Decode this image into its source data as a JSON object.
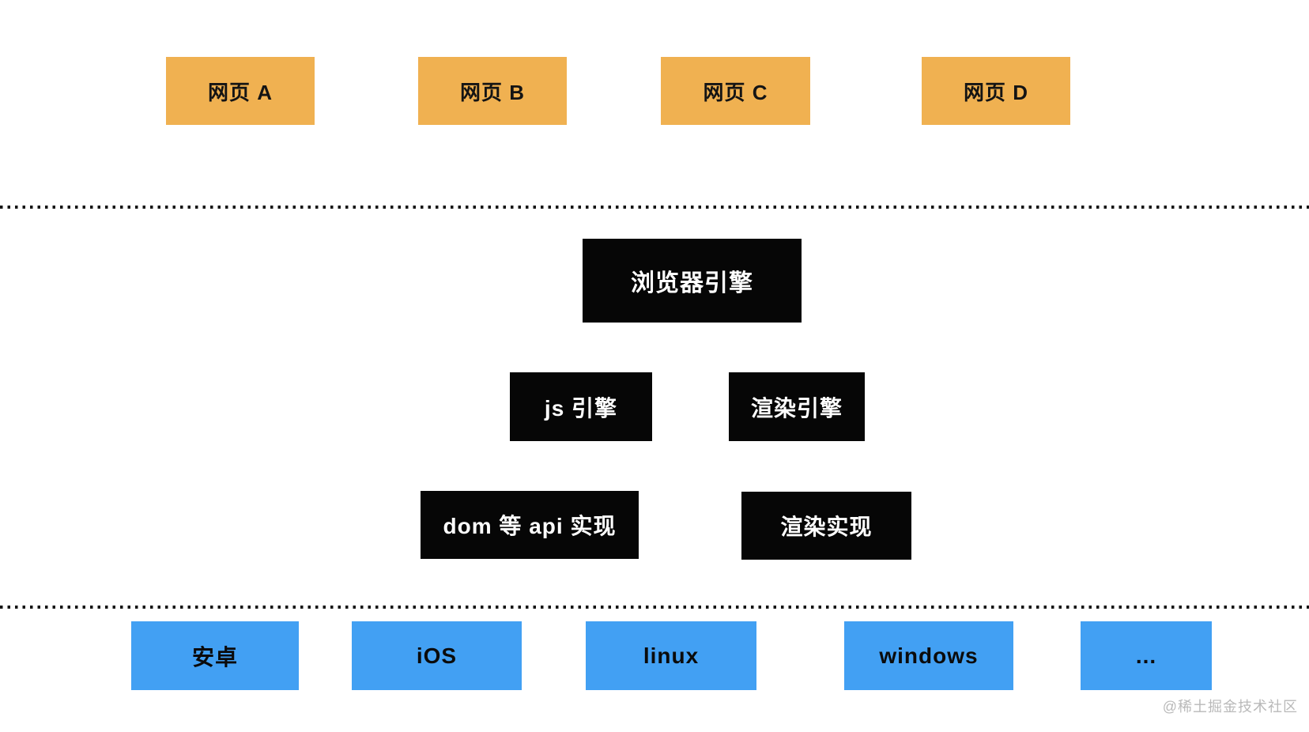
{
  "diagram": {
    "title_semantic": "browser-architecture-diagram",
    "web_pages": [
      {
        "label": "网页 A"
      },
      {
        "label": "网页 B"
      },
      {
        "label": "网页 C"
      },
      {
        "label": "网页 D"
      }
    ],
    "browser_engine": {
      "label": "浏览器引擎"
    },
    "engines": [
      {
        "label": "js 引擎"
      },
      {
        "label": "渲染引擎"
      }
    ],
    "implementations": [
      {
        "label": "dom 等 api 实现"
      },
      {
        "label": "渲染实现"
      }
    ],
    "platforms": [
      {
        "label": "安卓"
      },
      {
        "label": "iOS"
      },
      {
        "label": "linux"
      },
      {
        "label": "windows"
      },
      {
        "label": "..."
      }
    ],
    "watermark": "@稀土掘金技术社区",
    "colors": {
      "web_page_fill": "#F0B151",
      "engine_fill": "#060606",
      "platform_fill": "#42A0F3",
      "engine_text": "#ffffff",
      "box_text_dark": "#141414",
      "dotted_line": "#161616",
      "watermark_text": "#b9b9b9",
      "background": "#ffffff"
    }
  }
}
